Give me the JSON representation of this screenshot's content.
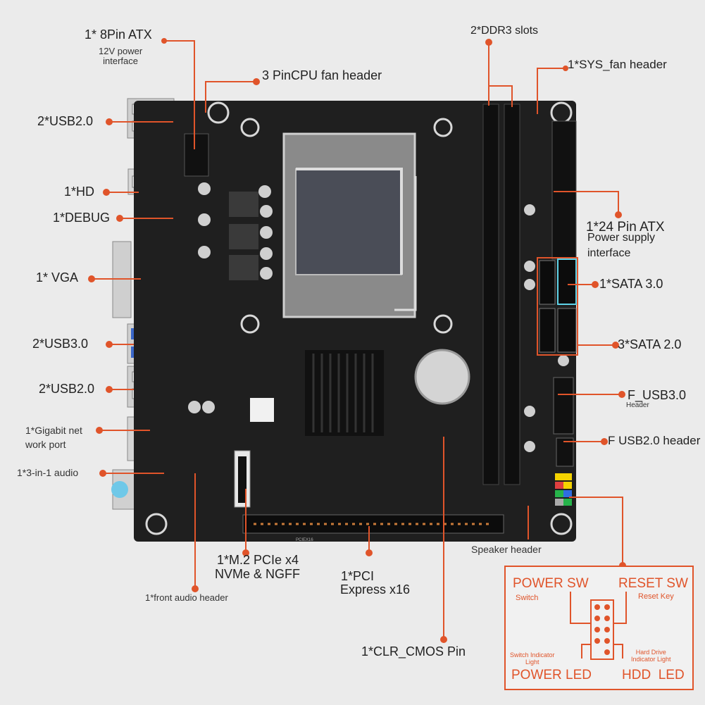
{
  "labels": {
    "atx8_title": "1* 8Pin ATX",
    "atx8_sub": "12V power\ninterface",
    "cpu_fan": "3 PinCPU fan header",
    "usb2_top": "2*USB2.0",
    "hd": "1*HD",
    "debug": "1*DEBUG",
    "vga": "1* VGA",
    "usb3": "2*USB3.0",
    "usb2_mid": "2*USB2.0",
    "gigabit": "1*Gigabit net\nwork port",
    "audio3": "1*3-in-1 audio",
    "front_audio": "1*front audio header",
    "m2_line1": "1*M.2 PCIe x4",
    "m2_line2": "NVMe & NGFF",
    "pcie_line1": "1*PCI",
    "pcie_line2": "Express x16",
    "clr_cmos": "1*CLR_CMOS Pin",
    "ddr3": "2*DDR3 slots",
    "sys_fan": "1*SYS_fan header",
    "atx24_title": "1*24 Pin ATX",
    "atx24_sub1": "Power supply",
    "atx24_sub2": "interface",
    "sata3": "1*SATA 3.0",
    "sata2": "3*SATA 2.0",
    "f_usb3": "F_USB3.0",
    "f_usb3_sub": "Header",
    "f_usb2": "F USB2.0 header",
    "speaker": "Speaker header"
  },
  "pinout": {
    "power_sw": "POWER SW",
    "power_sw_sub": "Switch",
    "reset_sw": "RESET SW",
    "reset_sw_sub": "Reset Key",
    "switch_indicator": "Switch Indicator\nLight",
    "hdd_indicator": "Hard Drive\nIndicator Light",
    "power_led": "POWER LED",
    "hdd_led": "HDD  LED"
  },
  "board_silk": {
    "pcie_slot": "PCIEX16"
  },
  "colors": {
    "accent": "#e0542a",
    "board": "#1f1f1f",
    "sata_highlight": "#5fd3e8"
  }
}
